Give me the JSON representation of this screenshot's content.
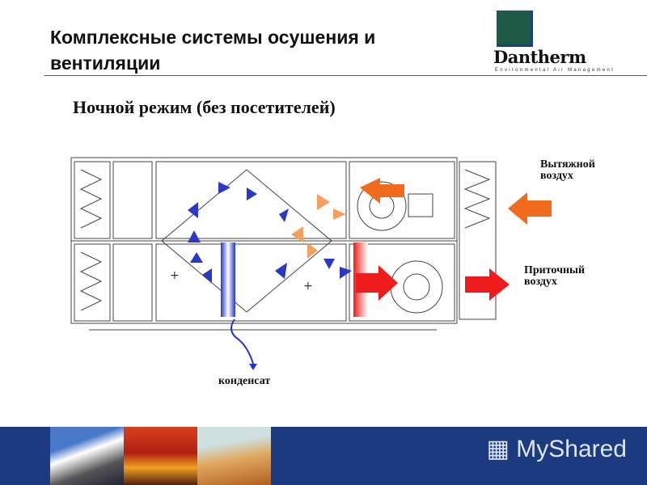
{
  "header": {
    "title_line1": "Комплексные системы осушения и",
    "title_line2": "вентиляции"
  },
  "logo": {
    "name": "Dantherm",
    "tagline": "Environmental Air Management"
  },
  "slide": {
    "subtitle": "Ночной режим (без посетителей)",
    "exhaust_label_1": "Вытяжной",
    "exhaust_label_2": "воздух",
    "supply_label_1": "Приточный",
    "supply_label_2": "воздух",
    "condensate_label": "конденсат"
  },
  "footer": {
    "brand": "MyShared"
  },
  "colors": {
    "exhaust": "#f26a1b",
    "supply": "#ee1c1c",
    "recirc": "#3344cc",
    "band": "#1b3a80"
  }
}
